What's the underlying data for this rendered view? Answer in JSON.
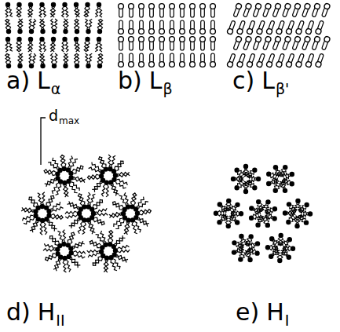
{
  "diagram": {
    "labels": [
      "a)",
      "L",
      "α",
      "b)",
      "L",
      "β",
      "c)",
      "L",
      "β'",
      "d",
      "max",
      "d)",
      "H",
      "II",
      "e)",
      "H",
      "I"
    ]
  }
}
